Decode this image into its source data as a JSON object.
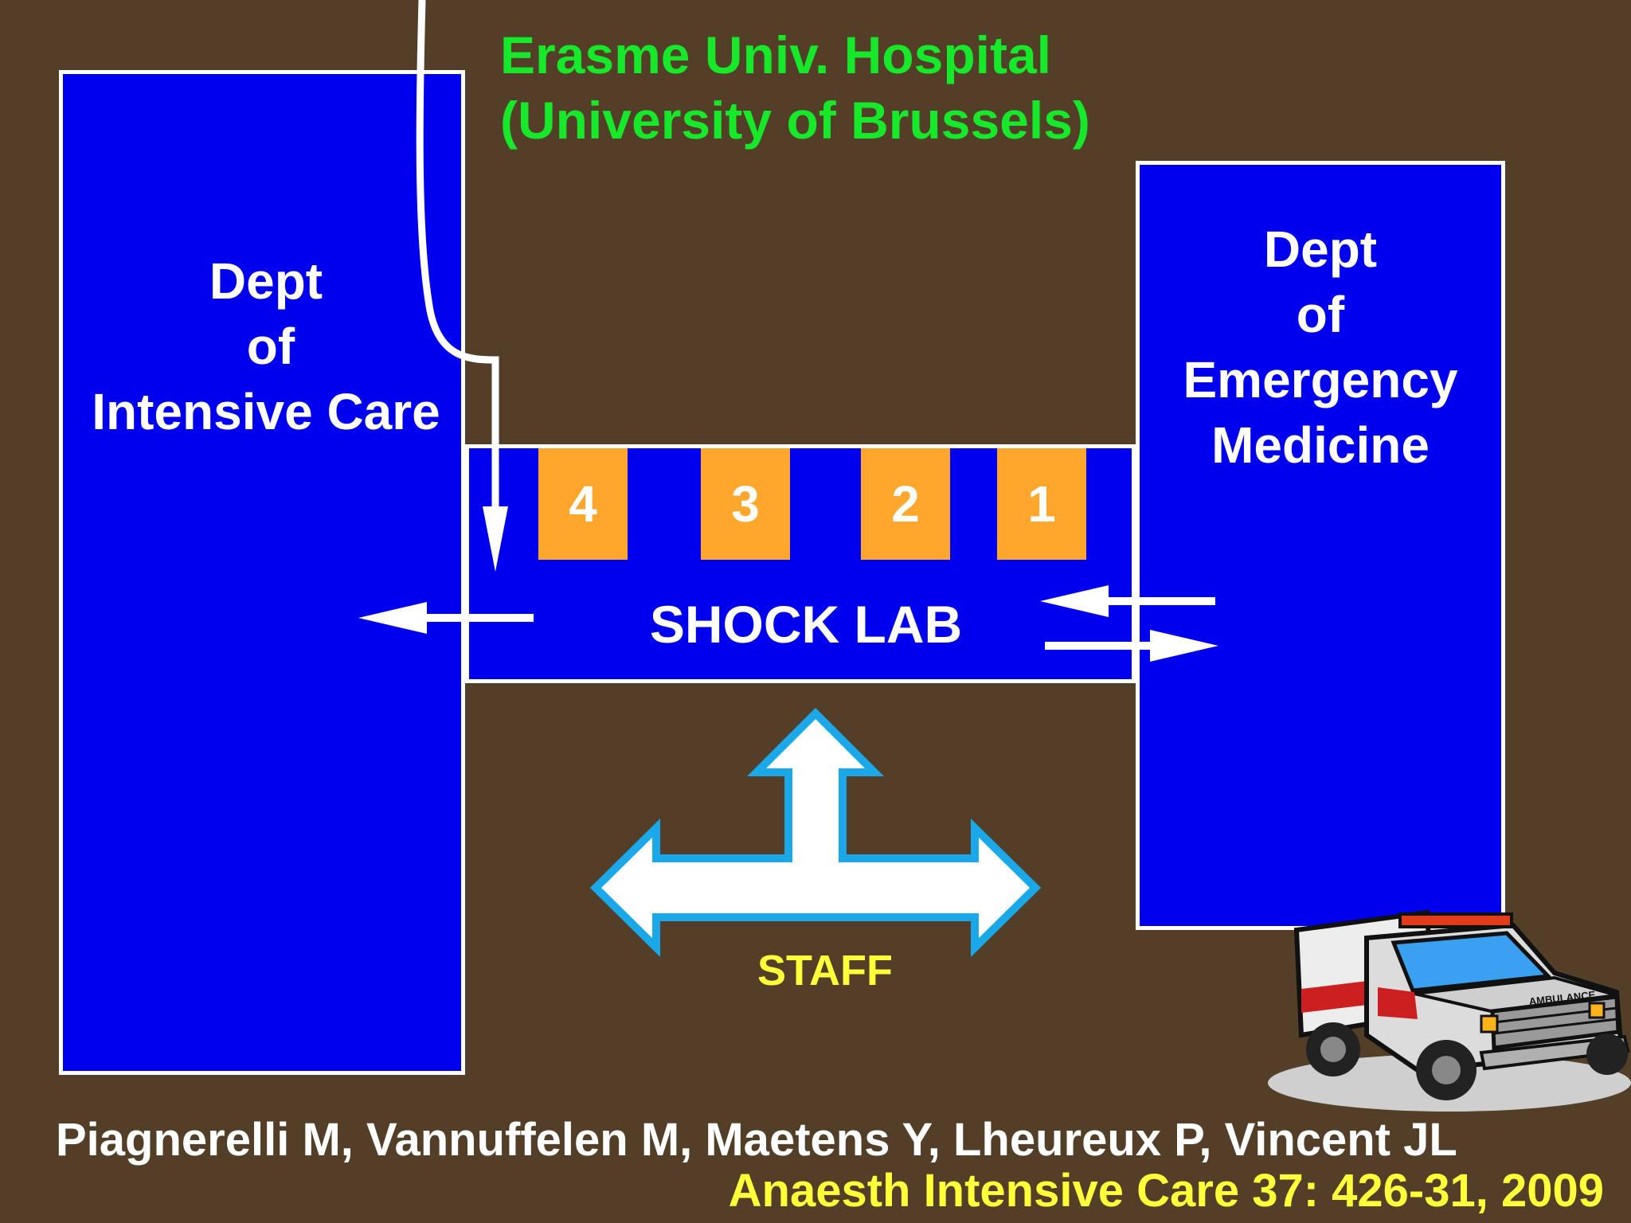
{
  "title": {
    "line1": "Erasme Univ. Hospital",
    "line2": "(University of Brussels)"
  },
  "icu": {
    "line1": "Dept",
    "line2": "of",
    "line3": "Intensive Care"
  },
  "emergency": {
    "line1": "Dept",
    "line2": "of",
    "line3": "Emergency",
    "line4": "Medicine"
  },
  "shock_lab": {
    "label": "SHOCK LAB",
    "beds": [
      "4",
      "3",
      "2",
      "1"
    ]
  },
  "staff_label": "STAFF",
  "reference": {
    "authors": "Piagnerelli M, Vannuffelen M, Maetens Y, Lheureux P, Vincent JL",
    "citation": "Anaesth Intensive Care 37: 426-31, 2009"
  },
  "ambulance_text": "AMBULANCE",
  "colors": {
    "background": "#533e28",
    "department": "#0000ee",
    "bed": "#ffa72c",
    "title": "#16e82a",
    "citation": "#ffff3a",
    "staff_arrow_outline": "#1aa8e8"
  }
}
